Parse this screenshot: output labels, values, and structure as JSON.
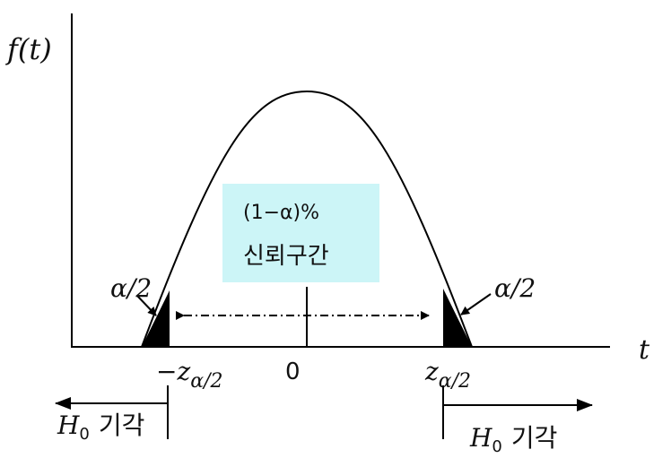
{
  "y_axis_label": "f(t)",
  "x_axis_label": "t",
  "center_tick_label": "0",
  "box": {
    "line1": "(1−α)%",
    "line2": "신뢰구간",
    "fill_color": "#ccf5f7"
  },
  "left_tail": {
    "label": "α/2",
    "critical_value": "−z",
    "critical_sub": "α/2"
  },
  "right_tail": {
    "label": "α/2",
    "critical_value": "z",
    "critical_sub": "α/2"
  },
  "rejection": {
    "left": {
      "symbol": "H",
      "sub": "0",
      "text": "기각"
    },
    "right": {
      "symbol": "H",
      "sub": "0",
      "text": "기각"
    }
  }
}
